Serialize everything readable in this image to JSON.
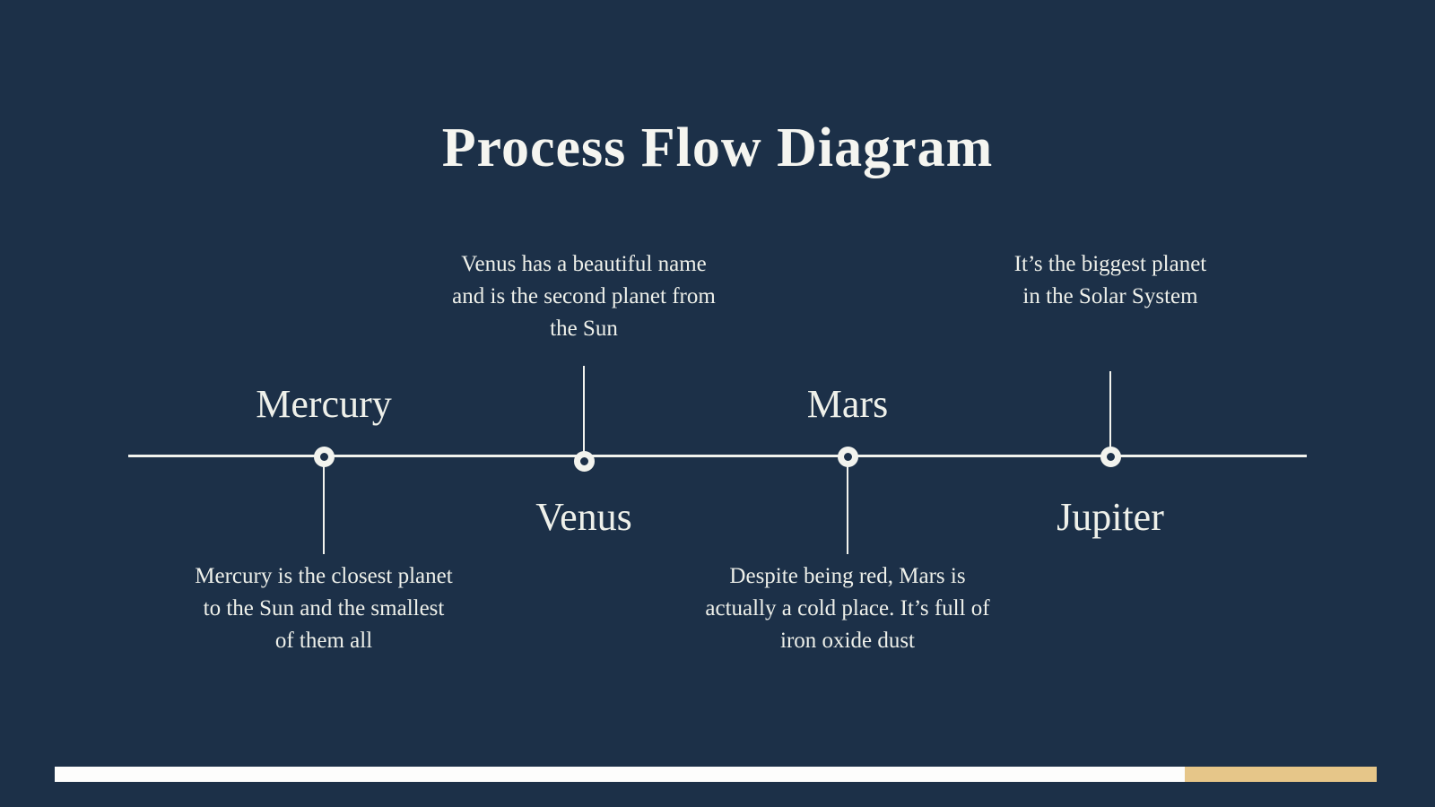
{
  "slide": {
    "title": "Process Flow Diagram",
    "timeline": {
      "nodes": [
        {
          "label": "Mercury",
          "label_position": "above",
          "description_position": "below",
          "description": "Mercury is the closest planet\nto the Sun and the smallest\nof them all"
        },
        {
          "label": "Venus",
          "label_position": "below",
          "description_position": "above",
          "description": "Venus has a beautiful name\nand is the second planet from\nthe Sun"
        },
        {
          "label": "Mars",
          "label_position": "above",
          "description_position": "below",
          "description": "Despite being red, Mars is\nactually a cold place. It’s full of\niron oxide dust"
        },
        {
          "label": "Jupiter",
          "label_position": "below",
          "description_position": "above",
          "description": "It’s the biggest planet\nin the Solar System"
        }
      ]
    },
    "footer": {
      "progress_percent": 85.5
    }
  },
  "theme": {
    "bg-color": "#1c3048",
    "text-color": "#eef0ea",
    "title-color": "#f5f5f0",
    "line-color": "#f2f3ee",
    "bar-white": "#fdfdfc",
    "bar-gold": "#e6c689",
    "progress-split": "85.5%"
  }
}
